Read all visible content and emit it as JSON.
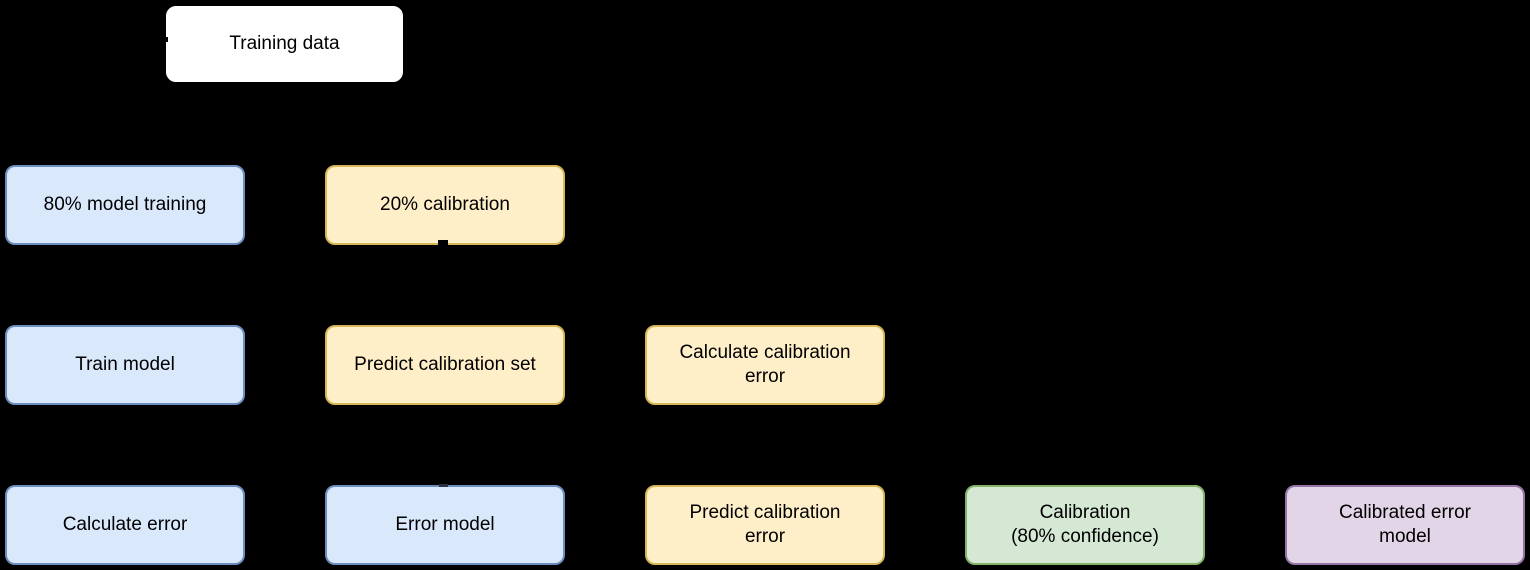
{
  "diagram": {
    "type": "flowchart",
    "background": "#000000",
    "nodes": {
      "training_data": {
        "label": "Training data",
        "style": "white"
      },
      "model_training_80": {
        "label": "80% model training",
        "style": "blue"
      },
      "calibration_20": {
        "label": "20% calibration",
        "style": "yellow"
      },
      "train_model": {
        "label": "Train model",
        "style": "blue"
      },
      "predict_calibration_set": {
        "label": "Predict calibration set",
        "style": "yellow"
      },
      "calculate_calibration_error": {
        "label": "Calculate calibration\nerror",
        "style": "yellow"
      },
      "calculate_error": {
        "label": "Calculate error",
        "style": "blue"
      },
      "error_model": {
        "label": "Error model",
        "style": "blue"
      },
      "predict_calibration_error": {
        "label": "Predict calibration\nerror",
        "style": "yellow"
      },
      "calibration_confidence": {
        "label": "Calibration\n(80% confidence)",
        "style": "green"
      },
      "calibrated_error_model": {
        "label": "Calibrated error\nmodel",
        "style": "purple"
      }
    },
    "palette": {
      "white": {
        "fill": "#ffffff",
        "stroke": "#ffffff"
      },
      "blue": {
        "fill": "#dae8fc",
        "stroke": "#6c8ebf"
      },
      "yellow": {
        "fill": "#ffefc9",
        "stroke": "#d6b656"
      },
      "green": {
        "fill": "#d5e8d4",
        "stroke": "#82b366"
      },
      "purple": {
        "fill": "#e1d5e7",
        "stroke": "#9673a6"
      },
      "text": "#000000"
    }
  }
}
